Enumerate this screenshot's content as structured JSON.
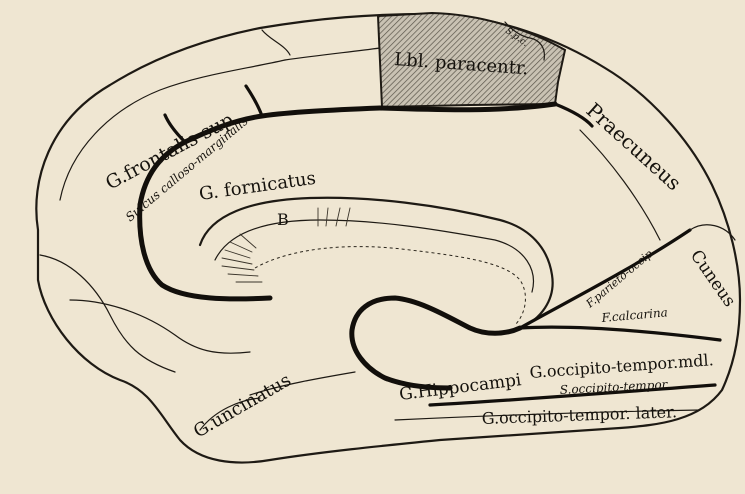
{
  "labels": {
    "frontalis": "G.frontalis sup.",
    "callosomarg": "Sulcus calloso-marginalis",
    "fornicatus": "G. fornicatus",
    "paracentr": "Lbl. paracentr.",
    "paracentr_small": "S.p.c.",
    "praecuneus": "Praecuneus",
    "parieto": "F.parieto-occip.",
    "cuneus": "Cuneus",
    "calcarina": "F.calcarina",
    "b_mark": "B",
    "uncinatus": "G.uncinatus",
    "hippocampi": "G.Hippocampi",
    "occ_mdl": "G.occipito-tempor.mdl.",
    "s_occ": "S.occipito-tempor.",
    "occ_later": "G.occipito-tempor. later."
  },
  "colors": {
    "paper": "#efe6d2",
    "ink": "#1e1a14",
    "hatch": "#9a9488"
  }
}
